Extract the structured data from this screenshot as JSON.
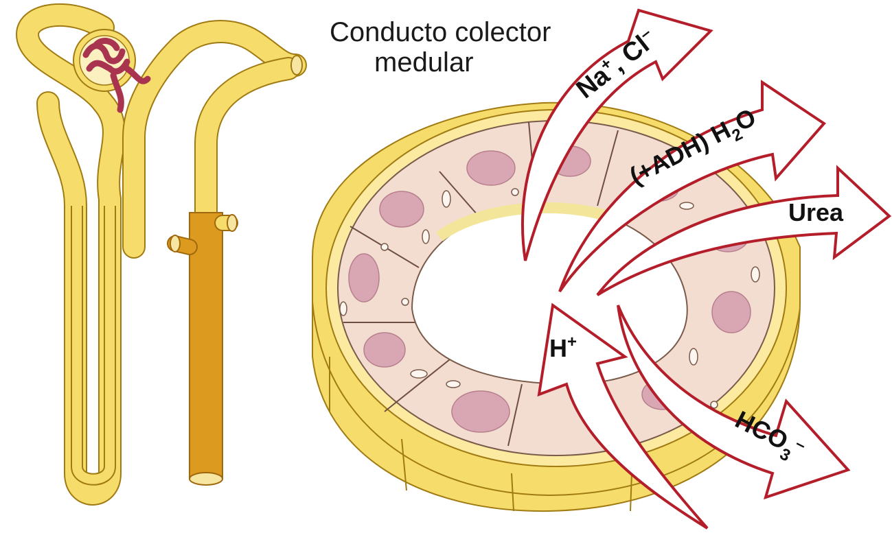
{
  "title": {
    "line1": "Conducto colector",
    "line2": "medular"
  },
  "arrows": [
    {
      "id": "na-cl",
      "direction": "out",
      "label_parts": [
        "Na",
        "+",
        ", Cl",
        "–"
      ]
    },
    {
      "id": "water",
      "direction": "out",
      "label_parts": [
        "(+ADH) H",
        "2",
        "O"
      ]
    },
    {
      "id": "urea",
      "direction": "out",
      "label": "Urea"
    },
    {
      "id": "h",
      "direction": "in",
      "label_parts": [
        "H",
        "+"
      ]
    },
    {
      "id": "hco3",
      "direction": "out",
      "label_parts": [
        "HCO",
        "3",
        "–"
      ]
    }
  ],
  "colors": {
    "arrow_border": "#b41e2a",
    "tubule_light": "#f6dc6a",
    "collecting_duct": "#dc9a1e",
    "glomerulus": "#a9344f",
    "cell_cytoplasm": "#f2ddd0",
    "nucleus": "#d9a6b3"
  }
}
